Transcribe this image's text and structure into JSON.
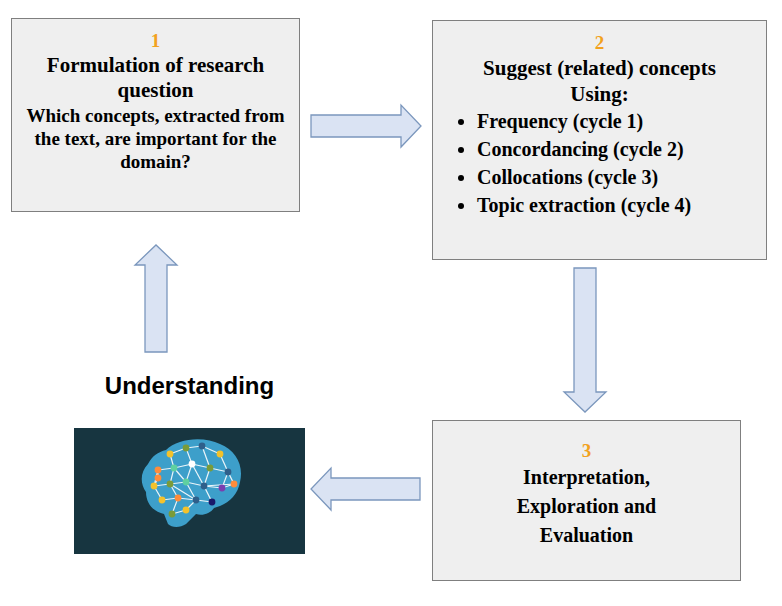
{
  "diagram": {
    "nodes": [
      {
        "text": [
          "1",
          "Formulation of research question",
          "Which concepts, extracted from the text, are important for the domain?"
        ]
      },
      {
        "text": [
          "2",
          "Suggest (related) concepts",
          "Using:",
          "Frequency (cycle 1)",
          "Concordancing (cycle 2)",
          "Collocations (cycle 3)",
          "Topic extraction (cycle 4)"
        ]
      },
      {
        "text": [
          "3",
          "Interpretation, Exploration and Evaluation"
        ]
      },
      {
        "text": [
          "Understanding"
        ]
      }
    ],
    "edges": [
      {
        "from": 0,
        "to": 1,
        "arrow": "to"
      },
      {
        "from": 1,
        "to": 2,
        "arrow": "to"
      },
      {
        "from": 2,
        "to": 3,
        "arrow": "to"
      },
      {
        "from": 3,
        "to": 0,
        "arrow": "to"
      }
    ]
  }
}
